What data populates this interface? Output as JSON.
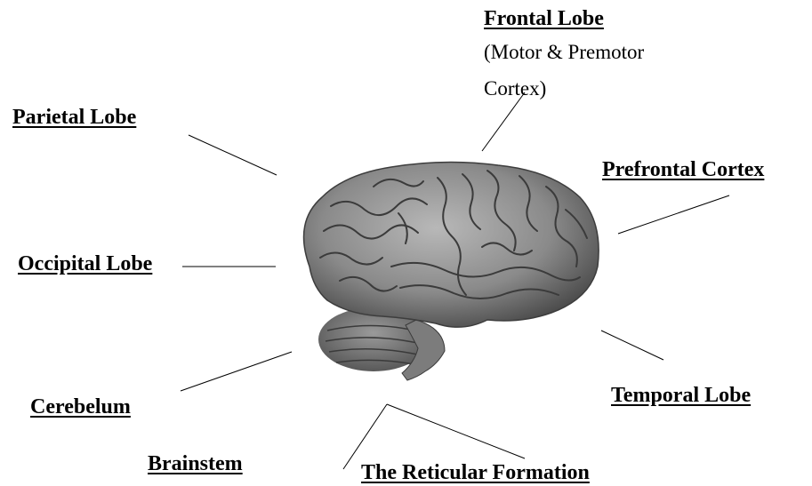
{
  "labels": {
    "frontal_lobe": "Frontal Lobe",
    "frontal_desc_line1": "(Motor & Premotor",
    "frontal_desc_line2": "Cortex)",
    "parietal_lobe": "Parietal Lobe",
    "prefrontal_cortex": "Prefrontal Cortex",
    "occipital_lobe": "Occipital Lobe",
    "temporal_lobe": "Temporal Lobe",
    "cerebelum": "Cerebelum",
    "brainstem": "Brainstem",
    "reticular_formation": "The Reticular Formation"
  },
  "colors": {
    "text": "#000000",
    "leader_line": "#000000",
    "background": "#ffffff"
  }
}
